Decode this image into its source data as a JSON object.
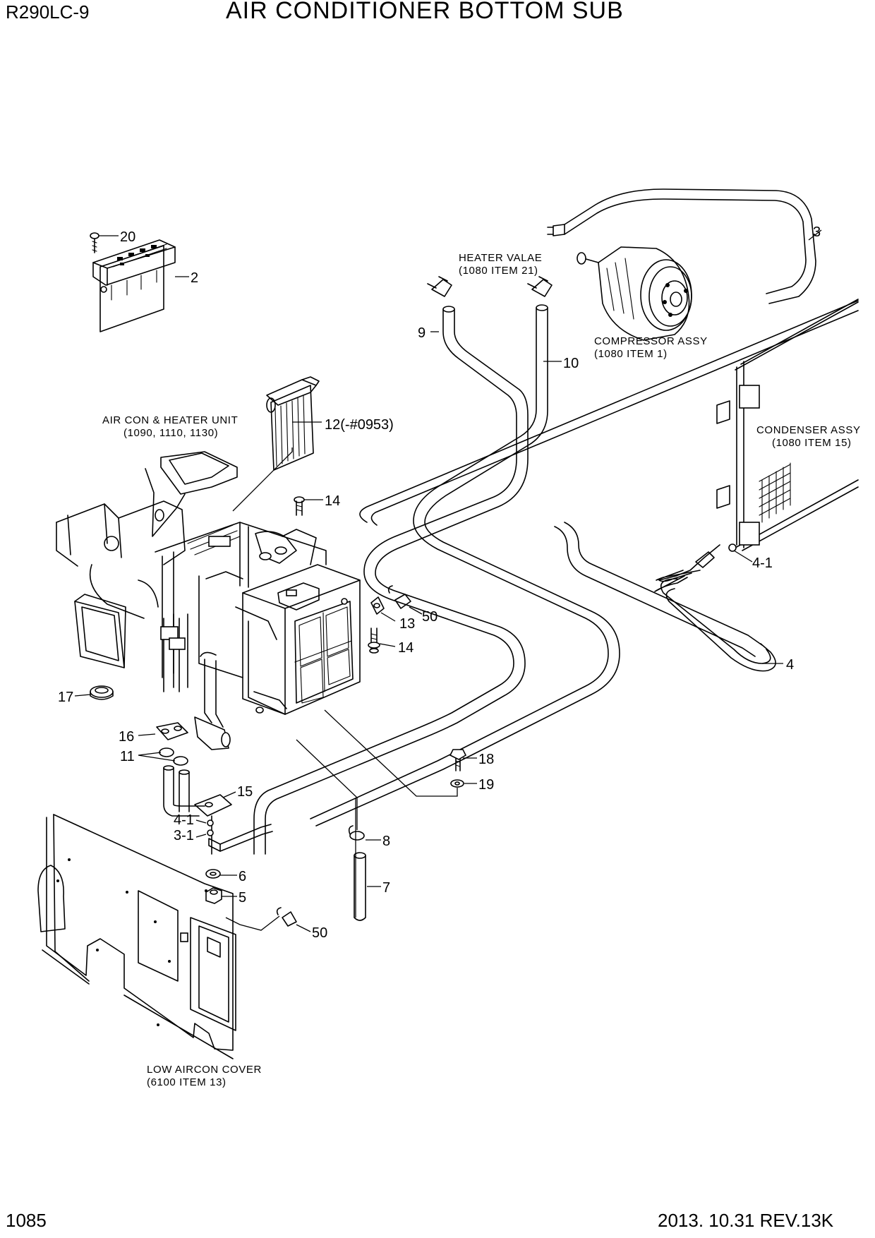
{
  "header": {
    "model": "R290LC-9",
    "title": "AIR CONDITIONER BOTTOM SUB"
  },
  "footer": {
    "page_number": "1085",
    "revision": "2013. 10.31  REV.13K"
  },
  "notes": {
    "heater_valve": [
      "HEATER VALAE",
      "(1080 ITEM 21)"
    ],
    "compressor": [
      "COMPRESSOR ASSY",
      "(1080 ITEM 1)"
    ],
    "condenser": [
      "CONDENSER ASSY",
      "(1080 ITEM 15)"
    ],
    "aircon_unit": [
      "AIR CON & HEATER UNIT",
      "(1090, 1110, 1130)"
    ],
    "low_cover": [
      "LOW AIRCON COVER",
      "(6100 ITEM 13)"
    ]
  },
  "callouts": {
    "c20": "20",
    "c2": "2",
    "c3": "3",
    "c9": "9",
    "c10": "10",
    "c12": "12(-#0953)",
    "c14a": "14",
    "c50a": "50",
    "c13": "13",
    "c14b": "14",
    "c4_1a": "4-1",
    "c4": "4",
    "c17": "17",
    "c16": "16",
    "c11": "11",
    "c18": "18",
    "c19": "19",
    "c15": "15",
    "c4_1b": "4-1",
    "c3_1": "3-1",
    "c8": "8",
    "c6": "6",
    "c7": "7",
    "c5": "5",
    "c50b": "50"
  }
}
